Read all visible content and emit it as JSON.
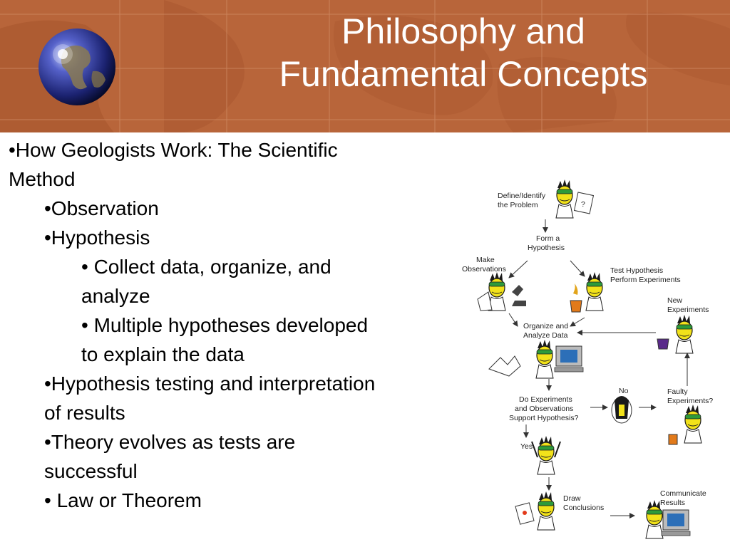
{
  "slide": {
    "title_line1": "Philosophy and",
    "title_line2": "Fundamental Concepts",
    "bullets": {
      "b1_line1": "•How Geologists Work: The Scientific",
      "b1_line2": "Method",
      "b2": "•Observation",
      "b3": "•Hypothesis",
      "b4_line1": "• Collect data, organize, and",
      "b4_line2": "analyze",
      "b5_line1": "• Multiple hypotheses developed",
      "b5_line2": "to explain the data",
      "b6_line1": "•Hypothesis testing and interpretation",
      "b6_line2": "of results",
      "b7_line1": "•Theory evolves as tests are",
      "b7_line2": "successful",
      "b8": "• Law or Theorem"
    }
  },
  "flowchart": {
    "define_1": "Define/Identify",
    "define_2": "the Problem",
    "hypothesis_1": "Form a",
    "hypothesis_2": "Hypothesis",
    "observations_1": "Make",
    "observations_2": "Observations",
    "test_1": "Test Hypothesis",
    "test_2": "Perform Experiments",
    "new_1": "New",
    "new_2": "Experiments",
    "organize_1": "Organize and",
    "organize_2": "Analyze Data",
    "support_1": "Do Experiments",
    "support_2": "and Observations",
    "support_3": "Support Hypothesis?",
    "no": "No",
    "faulty_1": "Faulty",
    "faulty_2": "Experiments?",
    "yes": "Yes",
    "draw_1": "Draw",
    "draw_2": "Conclusions",
    "communicate_1": "Communicate",
    "communicate_2": "Results",
    "question_mark": "?"
  },
  "colors": {
    "banner": "#b8653a",
    "banner_dark": "#a35430",
    "title_text": "#ffffff",
    "skin": "#f2e21a",
    "goggles": "#2e9a3a"
  }
}
